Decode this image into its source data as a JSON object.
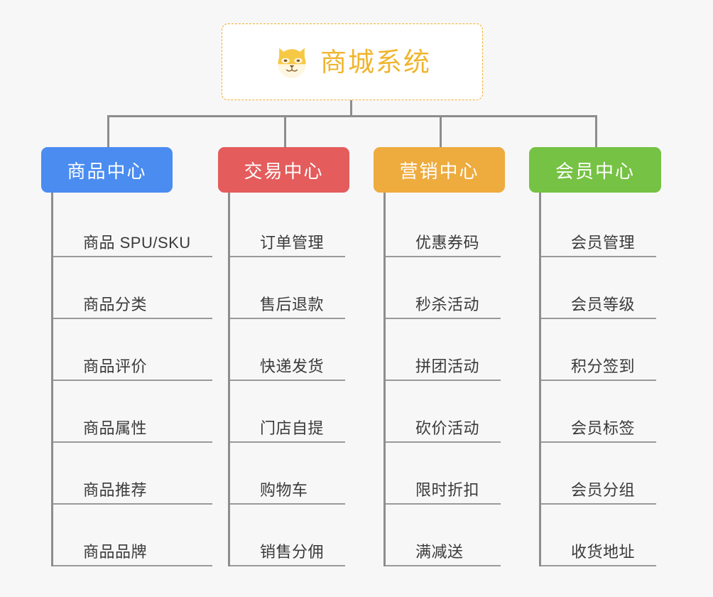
{
  "root": {
    "label": "商城系统",
    "icon": "shiba-inu-icon",
    "text_color": "#f0b52e",
    "border_color": "#f0ad2e",
    "background": "#ffffff"
  },
  "canvas": {
    "background": "#f7f7f7",
    "connector_color": "#8d8d8d"
  },
  "branches": [
    {
      "title": "商品中心",
      "color": "#4a8cf0",
      "items": [
        {
          "label": "商品 SPU/SKU"
        },
        {
          "label": "商品分类"
        },
        {
          "label": "商品评价"
        },
        {
          "label": "商品属性"
        },
        {
          "label": "商品推荐"
        },
        {
          "label": "商品品牌"
        }
      ]
    },
    {
      "title": "交易中心",
      "color": "#e45c5c",
      "items": [
        {
          "label": "订单管理"
        },
        {
          "label": "售后退款"
        },
        {
          "label": "快递发货"
        },
        {
          "label": "门店自提"
        },
        {
          "label": "购物车"
        },
        {
          "label": "销售分佣"
        }
      ]
    },
    {
      "title": "营销中心",
      "color": "#eeab3e",
      "items": [
        {
          "label": "优惠券码"
        },
        {
          "label": "秒杀活动"
        },
        {
          "label": "拼团活动"
        },
        {
          "label": "砍价活动"
        },
        {
          "label": "限时折扣"
        },
        {
          "label": "满减送"
        }
      ]
    },
    {
      "title": "会员中心",
      "color": "#76c244",
      "items": [
        {
          "label": "会员管理"
        },
        {
          "label": "会员等级"
        },
        {
          "label": "积分签到"
        },
        {
          "label": "会员标签"
        },
        {
          "label": "会员分组"
        },
        {
          "label": "收货地址"
        }
      ]
    }
  ]
}
